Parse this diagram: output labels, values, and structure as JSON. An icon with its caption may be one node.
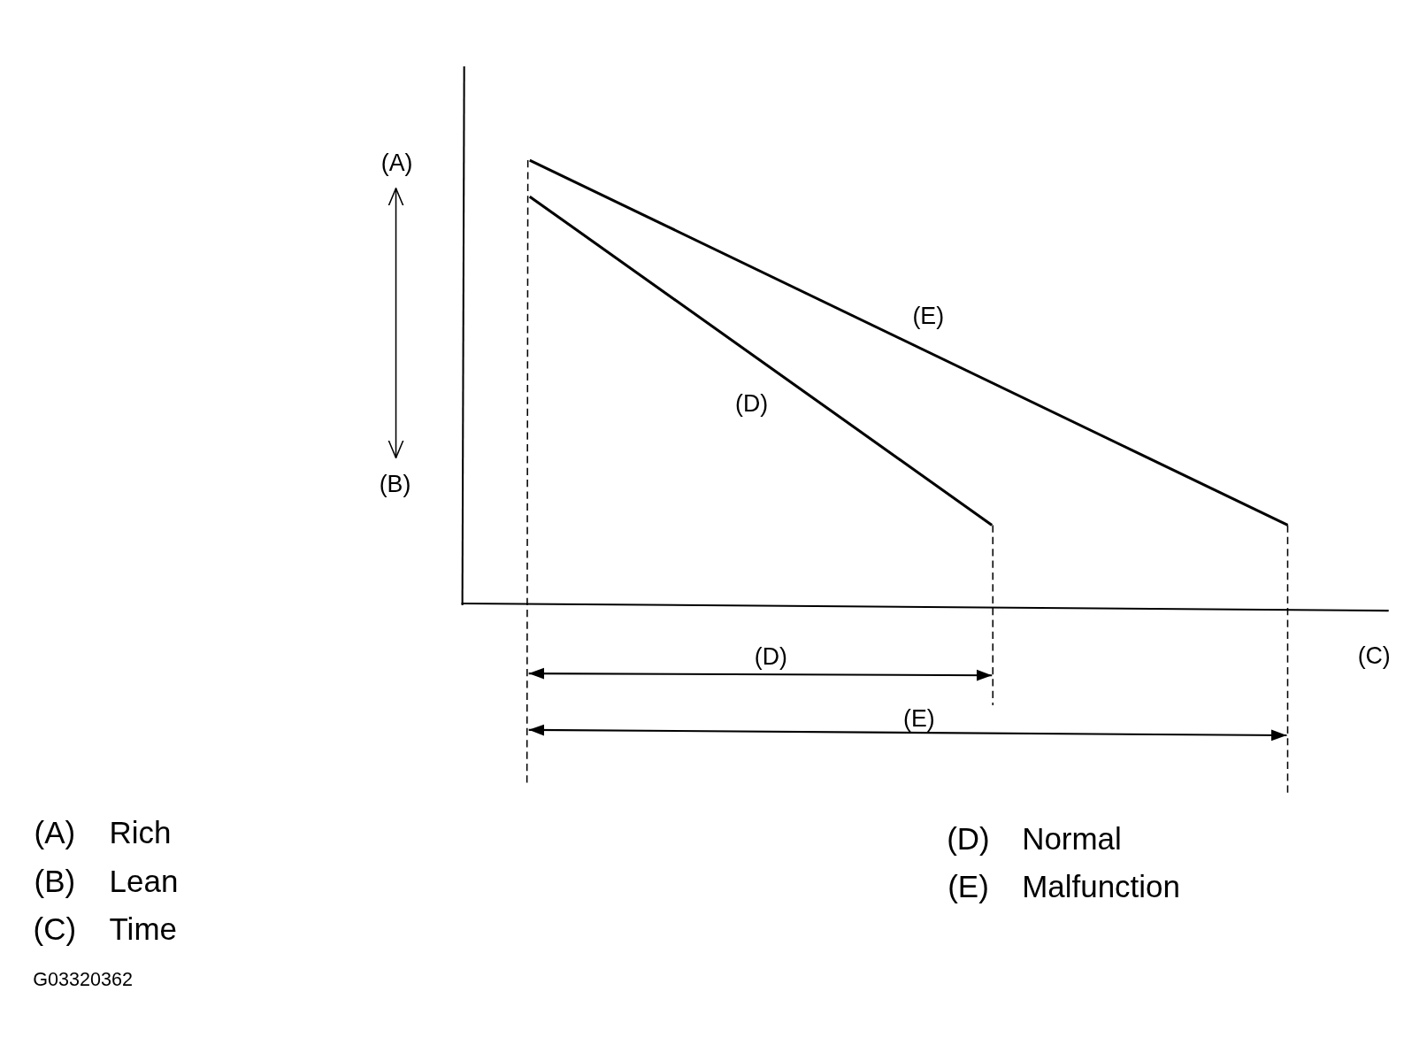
{
  "diagram": {
    "labels": [
      "(A)",
      "(E)",
      "(D)",
      "(B)",
      "(D)",
      "(C)",
      "(E)",
      "(A)",
      "Rich",
      "(D)",
      "Normal",
      "(B)",
      "Lean",
      "(E)",
      "Malfunction",
      "(C)",
      "Time",
      "G03320362"
    ]
  }
}
